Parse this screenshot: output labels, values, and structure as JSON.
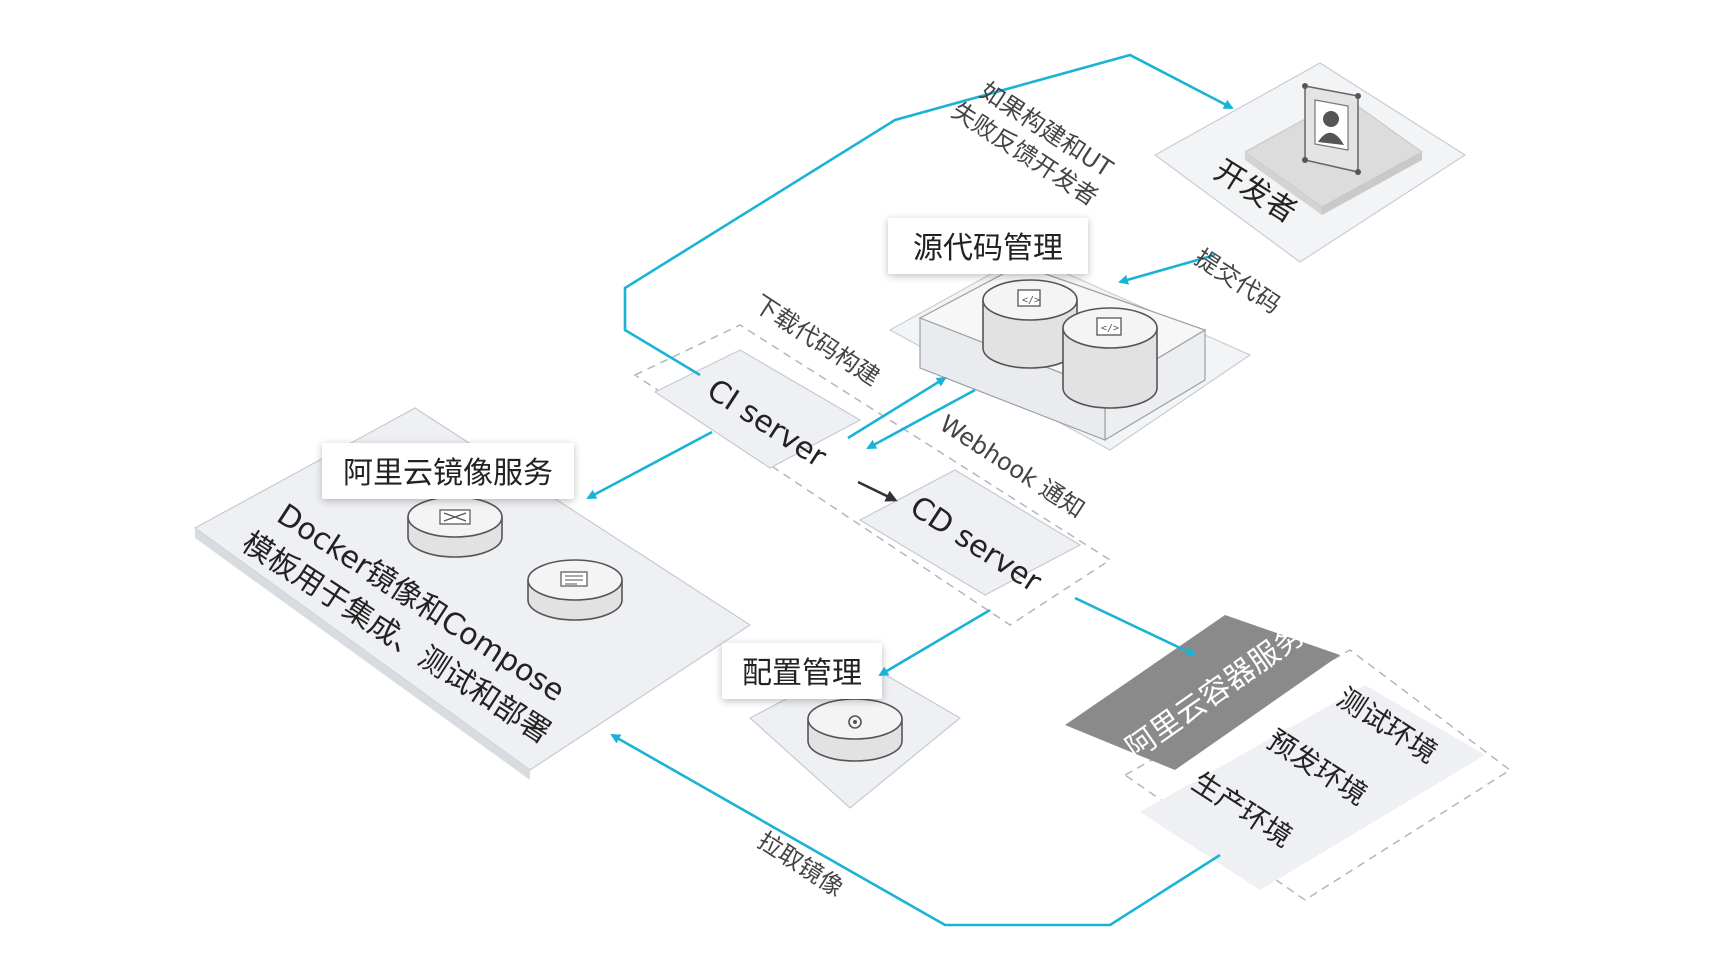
{
  "labels": {
    "developer": "开发者",
    "source_code_mgmt": "源代码管理",
    "image_service": "阿里云镜像服务",
    "config_mgmt": "配置管理",
    "container_service": "阿里云容器服务",
    "ci_server": "CI server",
    "cd_server": "CD server"
  },
  "edges": {
    "feedback": [
      "如果构建和UT",
      "失败反馈开发者"
    ],
    "commit": "提交代码",
    "download_build": "下载代码构建",
    "webhook": "Webhook 通知",
    "pull_image": "拉取镜像"
  },
  "image_note": [
    "Docker镜像和Compose",
    "模板用于集成、测试和部署"
  ],
  "environments": [
    "测试环境",
    "预发环境",
    "生产环境"
  ],
  "colors": {
    "flow": "#1ab3d6",
    "platform": "#eef0f3",
    "container_header": "#8a8a8a"
  }
}
